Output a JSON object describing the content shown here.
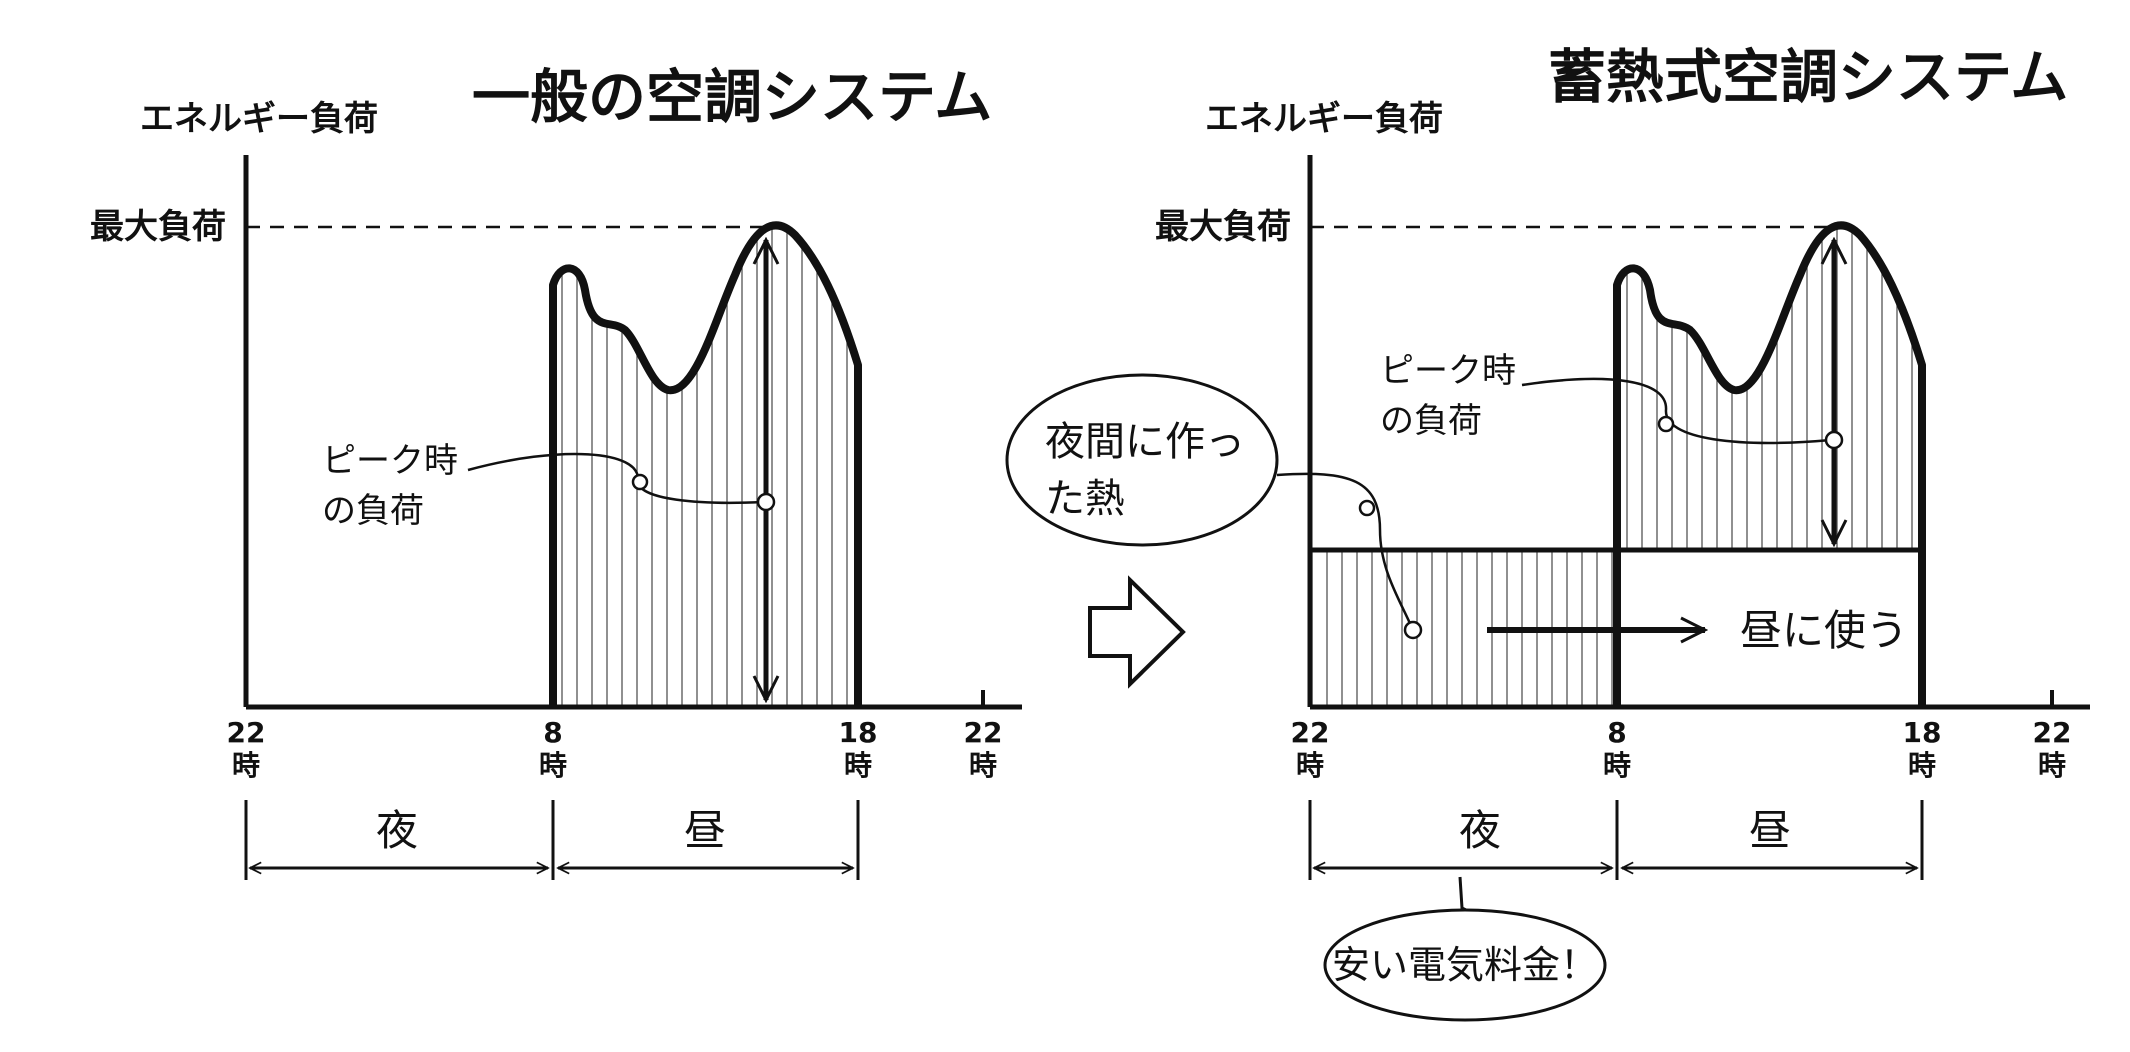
{
  "left": {
    "title": "一般の空調システム",
    "y_axis_label": "エネルギー負荷",
    "max_load_label": "最大負荷",
    "ticks": [
      {
        "hour": "22",
        "unit": "時"
      },
      {
        "hour": "8",
        "unit": "時"
      },
      {
        "hour": "18",
        "unit": "時"
      },
      {
        "hour": "22",
        "unit": "時"
      }
    ],
    "night_label": "夜",
    "day_label": "昼",
    "peak_note": [
      "ピーク時",
      "の負荷"
    ]
  },
  "right": {
    "title": "蓄熱式空調システム",
    "y_axis_label": "エネルギー負荷",
    "max_load_label": "最大負荷",
    "ticks": [
      {
        "hour": "22",
        "unit": "時"
      },
      {
        "hour": "8",
        "unit": "時"
      },
      {
        "hour": "18",
        "unit": "時"
      },
      {
        "hour": "22",
        "unit": "時"
      }
    ],
    "night_label": "夜",
    "day_label": "昼",
    "peak_note": [
      "ピーク時",
      "の負荷"
    ],
    "night_heat_bubble": [
      "夜間に作っ",
      "た熱"
    ],
    "use_in_day": "昼に使う",
    "cheap_power_bubble": "安い電気料金！"
  },
  "icons": {
    "transition_arrow": "right-arrow-icon"
  }
}
